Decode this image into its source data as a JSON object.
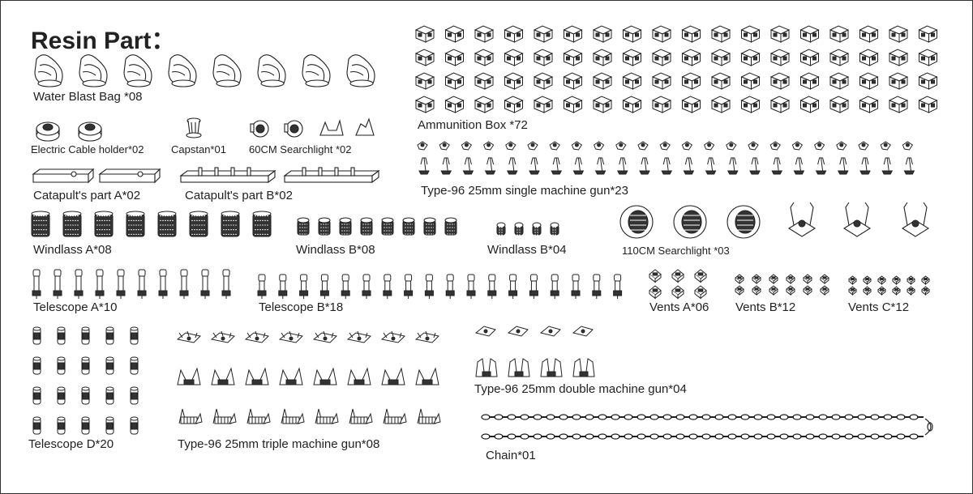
{
  "title": "Resin Part：",
  "labels": {
    "water_blast_bag": "Water Blast Bag *08",
    "ammunition_box": "Ammunition Box *72",
    "electric_cable_holder": "Electric Cable holder*02",
    "capstan": "Capstan*01",
    "searchlight_60cm": "60CM Searchlight *02",
    "type96_single": "Type-96 25mm single machine gun*23",
    "catapult_a": "Catapult's part A*02",
    "catapult_b": "Catapult's part B*02",
    "windlass_a": "Windlass A*08",
    "windlass_b8": "Windlass B*08",
    "windlass_b4": "Windlass B*04",
    "searchlight_110cm": "110CM Searchlight *03",
    "telescope_a": "Telescope A*10",
    "telescope_b": "Telescope B*18",
    "vents_a": "Vents A*06",
    "vents_b": "Vents B*12",
    "vents_c": "Vents C*12",
    "telescope_d": "Telescope D*20",
    "type96_triple": "Type-96 25mm triple machine gun*08",
    "type96_double": "Type-96 25mm double machine gun*04",
    "chain": "Chain*01"
  },
  "colors": {
    "stroke": "#222222",
    "fill_light": "#ffffff",
    "fill_dark": "#333333"
  },
  "icons": {
    "water_blast_bag": "blast-bag-icon",
    "ammunition_box": "ammo-box-icon",
    "electric_cable_holder": "cable-holder-icon",
    "capstan": "capstan-icon",
    "searchlight_60cm": "searchlight-small-icon",
    "type96_single": "single-gun-icon",
    "catapult": "catapult-rail-icon",
    "windlass": "windlass-drum-icon",
    "searchlight_110cm": "searchlight-large-icon",
    "telescope": "telescope-icon",
    "vents": "vent-icon",
    "type96_triple": "triple-gun-icon",
    "type96_double": "double-gun-icon",
    "chain": "chain-icon"
  }
}
